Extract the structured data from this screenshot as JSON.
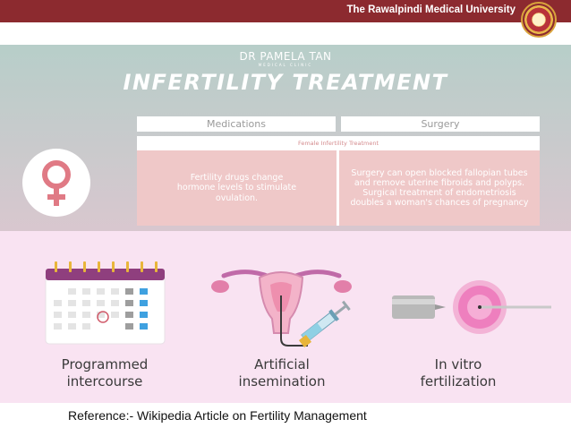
{
  "header": {
    "university": "The Rawalpindi Medical University"
  },
  "infographic": {
    "clinic": "DR PAMELA TAN",
    "clinic_sub": "MEDICAL CLINIC",
    "title": "INFERTILITY TREATMENT",
    "columns": [
      "Medications",
      "Surgery"
    ],
    "subheader": "Female Infertility Treatment",
    "medications_text": "Fertility drugs change hormone levels to stimulate ovulation.",
    "surgery_text": "Surgery can open blocked fallopian tubes and remove uterine fibroids and polyps. Surgical treatment of endometriosis doubles a woman's chances of pregnancy",
    "methods": [
      {
        "line1": "Programmed",
        "line2": "intercourse",
        "icon": "calendar-icon"
      },
      {
        "line1": "Artificial",
        "line2": "insemination",
        "icon": "uterus-syringe-icon"
      },
      {
        "line1": "In vitro",
        "line2": "fertilization",
        "icon": "ivf-needle-egg-icon"
      }
    ],
    "colors": {
      "top_band_start": "#b7cec9",
      "top_band_end": "#d9c7cf",
      "bottom_band": "#f9e3f2",
      "cell": "#efc8c8",
      "accent_pink": "#e07a85",
      "calendar_purple": "#8f3f7e"
    }
  },
  "reference": "Reference:- Wikipedia Article on Fertility Management"
}
